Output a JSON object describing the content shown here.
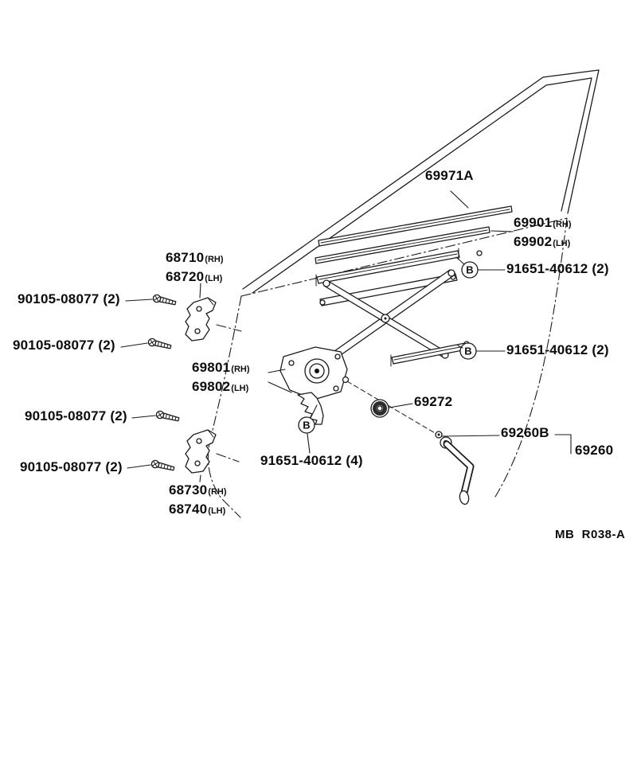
{
  "diagram": {
    "figure_code": "MB  R038-A",
    "marker_b": "B",
    "labels": {
      "glass_run": "69971A",
      "channel": {
        "rh_num": "69901",
        "rh_side": "(RH)",
        "lh_num": "69902",
        "lh_side": "(LH)"
      },
      "hinge_upper": {
        "rh_num": "68710",
        "rh_side": "(RH)",
        "lh_num": "68720",
        "lh_side": "(LH)"
      },
      "regulator": {
        "rh_num": "69801",
        "rh_side": "(RH)",
        "lh_num": "69802",
        "lh_side": "(LH)"
      },
      "hinge_lower": {
        "rh_num": "68730",
        "rh_side": "(RH)",
        "lh_num": "68740",
        "lh_side": "(LH)"
      },
      "hinge_screw_1": "90105-08077 (2)",
      "hinge_screw_2": "90105-08077 (2)",
      "hinge_screw_3": "90105-08077 (2)",
      "hinge_screw_4": "90105-08077 (2)",
      "bolt_upper": "91651-40612 (2)",
      "bolt_middle": "91651-40612 (2)",
      "bolt_lower": "91651-40612 (4)",
      "grommet": "69272",
      "handle_cap": "69260B",
      "handle": "69260"
    }
  }
}
